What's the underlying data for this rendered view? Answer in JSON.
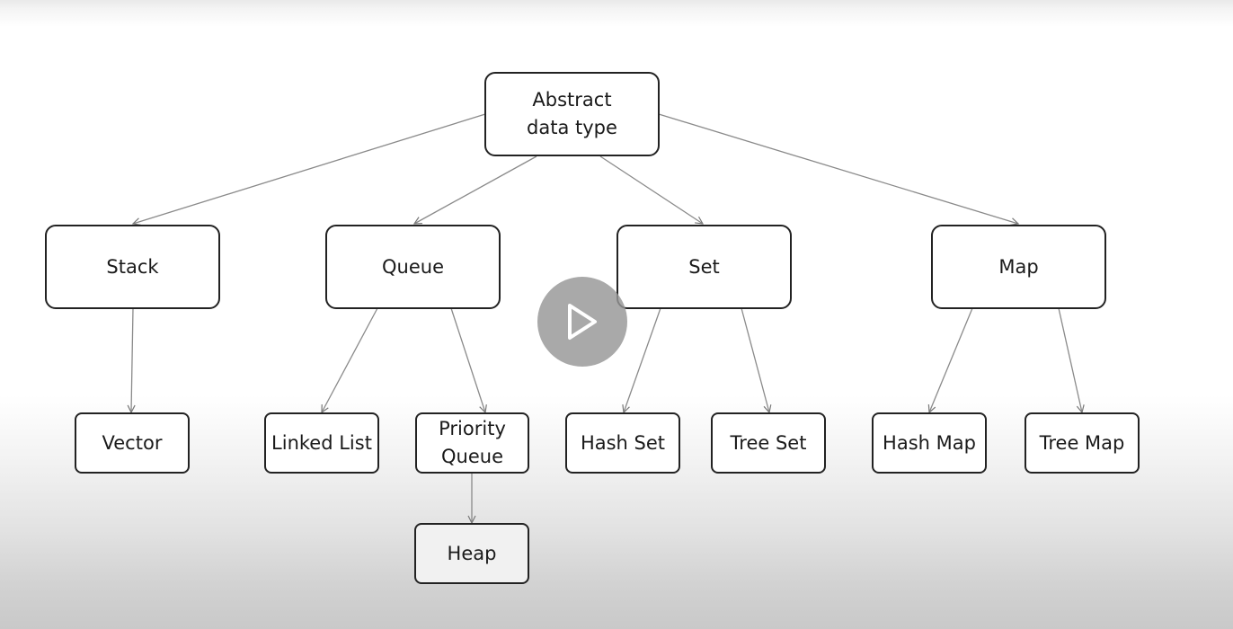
{
  "diagram": {
    "root": {
      "line1": "Abstract",
      "line2": "data type"
    },
    "level1": {
      "stack": "Stack",
      "queue": "Queue",
      "set": "Set",
      "map": "Map"
    },
    "level2": {
      "vector": "Vector",
      "linked_list": "Linked List",
      "priority_queue": {
        "line1": "Priority",
        "line2": "Queue"
      },
      "hash_set": "Hash Set",
      "tree_set": "Tree Set",
      "hash_map": "Hash Map",
      "tree_map": "Tree Map"
    },
    "level3": {
      "heap": "Heap"
    }
  },
  "player": {
    "play_icon": "play-icon",
    "overlay_color": "#969696"
  },
  "colors": {
    "border": "#222222",
    "edge": "#777777"
  }
}
